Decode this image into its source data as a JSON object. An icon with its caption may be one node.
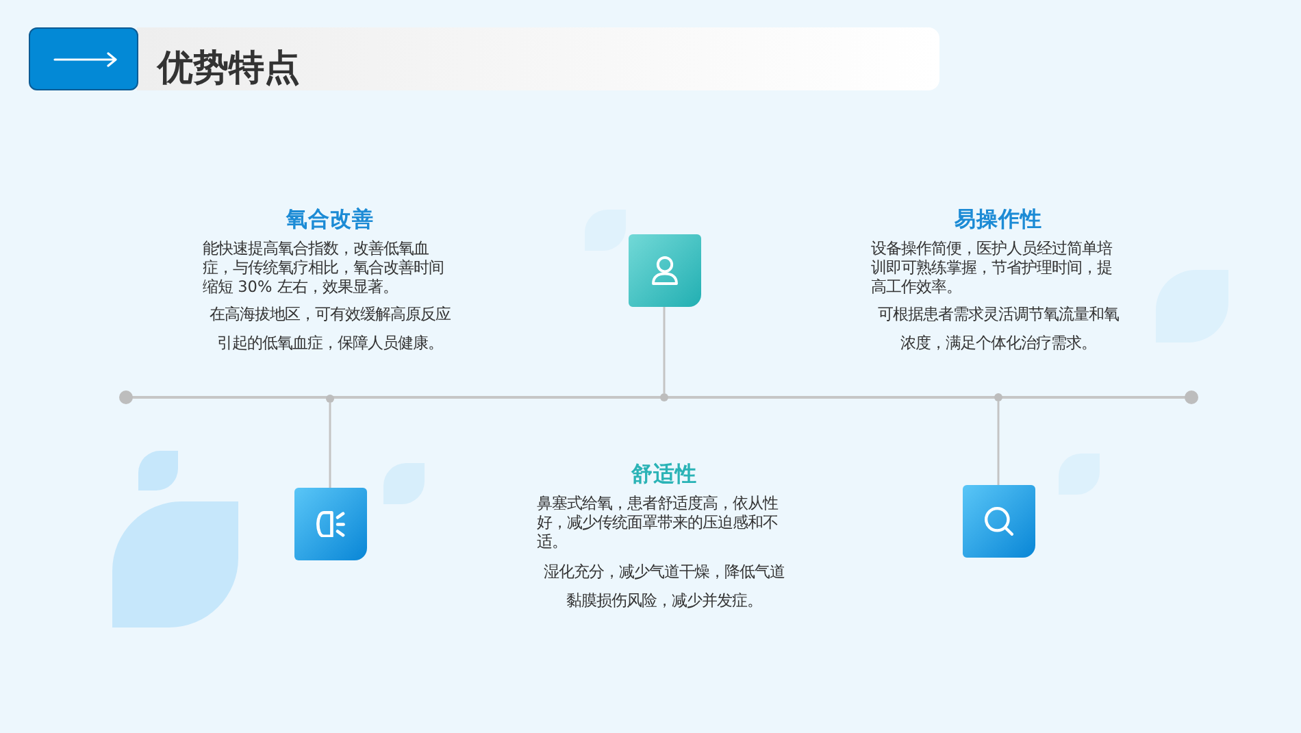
{
  "diagram": {
    "title": "优势特点",
    "nodes": [
      {
        "text": [],
        "shape": "box"
      },
      {
        "text": [],
        "shape": "circle"
      },
      {
        "text": [],
        "shape": "circle"
      },
      {
        "text": [],
        "shape": "circle"
      },
      {
        "text": [],
        "shape": "box"
      },
      {
        "text": [],
        "shape": "box"
      }
    ],
    "edges": [
      {
        "from": 0,
        "to": 2,
        "arrow": "none"
      },
      {
        "from": 1,
        "to": 4,
        "arrow": "none"
      },
      {
        "from": 3,
        "to": 5,
        "arrow": "none"
      }
    ],
    "labels": [
      "氧合改善",
      "能快速提高氧合指数，改善低氧血症，与传统氧疗相比，氧合改善时间缩短 30% 左右，效果显著。",
      "在高海拔地区，可有效缓解高原反应引起的低氧血症，保障人员健康。",
      "易操作性",
      "设备操作简便，医护人员经过简单培训即可熟练掌握，节省护理时间，提高工作效率。",
      "可根据患者需求灵活调节氧流量和氧浓度，满足个体化治疗需求。",
      "舒适性",
      "鼻塞式给氧，患者舒适度高，依从性好，减少传统面罩带来的压迫感和不适。",
      "湿化充分，减少气道干燥，降低气道黏膜损伤风险，减少并发症。"
    ]
  }
}
